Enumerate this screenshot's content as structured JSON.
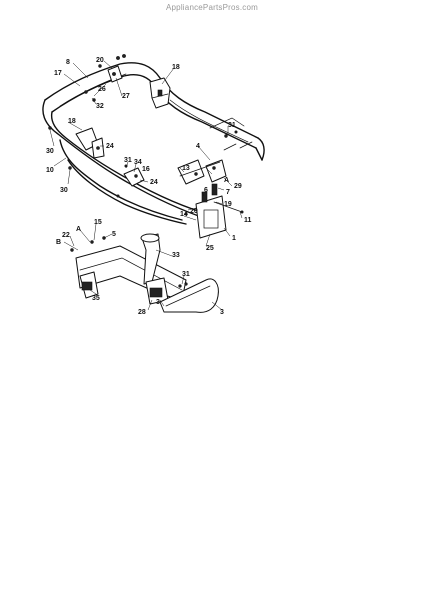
{
  "watermark": "AppliancePartsPros.com",
  "callouts": [
    {
      "id": "c20",
      "text": "20"
    },
    {
      "id": "c8",
      "text": "8"
    },
    {
      "id": "c17",
      "text": "17"
    },
    {
      "id": "c18a",
      "text": "18"
    },
    {
      "id": "c26",
      "text": "26"
    },
    {
      "id": "c27",
      "text": "27"
    },
    {
      "id": "c32",
      "text": "32"
    },
    {
      "id": "c31a",
      "text": "31"
    },
    {
      "id": "c18b",
      "text": "18"
    },
    {
      "id": "c24a",
      "text": "24"
    },
    {
      "id": "c30a",
      "text": "30"
    },
    {
      "id": "c10",
      "text": "10"
    },
    {
      "id": "c30b",
      "text": "30"
    },
    {
      "id": "c31b",
      "text": "31"
    },
    {
      "id": "c34",
      "text": "34"
    },
    {
      "id": "c16",
      "text": "16"
    },
    {
      "id": "c24b",
      "text": "24"
    },
    {
      "id": "c4",
      "text": "4"
    },
    {
      "id": "c13",
      "text": "13"
    },
    {
      "id": "cA1",
      "text": "A"
    },
    {
      "id": "c7",
      "text": "7"
    },
    {
      "id": "c29",
      "text": "29"
    },
    {
      "id": "c6",
      "text": "6"
    },
    {
      "id": "c19",
      "text": "19"
    },
    {
      "id": "c20b",
      "text": "20"
    },
    {
      "id": "c11",
      "text": "11"
    },
    {
      "id": "c14",
      "text": "14"
    },
    {
      "id": "c1",
      "text": "1"
    },
    {
      "id": "c25",
      "text": "25"
    },
    {
      "id": "c15",
      "text": "15"
    },
    {
      "id": "cA2",
      "text": "A"
    },
    {
      "id": "c5",
      "text": "5"
    },
    {
      "id": "c22",
      "text": "22"
    },
    {
      "id": "cB",
      "text": "B"
    },
    {
      "id": "c33",
      "text": "33"
    },
    {
      "id": "c31c",
      "text": "31"
    },
    {
      "id": "c35",
      "text": "35"
    },
    {
      "id": "c28",
      "text": "28"
    },
    {
      "id": "c3a",
      "text": "3"
    },
    {
      "id": "c3b",
      "text": "3"
    }
  ]
}
